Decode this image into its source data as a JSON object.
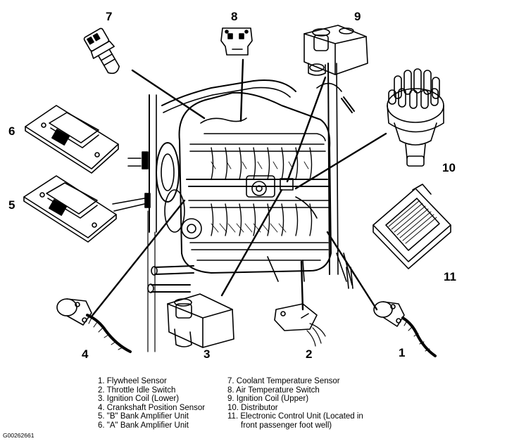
{
  "callouts": [
    "1",
    "2",
    "3",
    "4",
    "5",
    "6",
    "7",
    "8",
    "9",
    "10",
    "11"
  ],
  "legend": {
    "left": [
      "1. Flywheel Sensor",
      "2. Throttle Idle Switch",
      "3. Ignition Coil (Lower)",
      "4. Crankshaft Position Sensor",
      "5. \"B\" Bank Amplifier Unit",
      "6. \"A\" Bank Amplifier Unit"
    ],
    "right": [
      "7. Coolant Temperature Sensor",
      "8. Air Temperature Switch",
      "9. Ignition Coil (Upper)",
      "10. Distributor",
      "11. Electronic Control Unit (Located in",
      "front passenger foot well)"
    ]
  },
  "figure_code": "G00262661"
}
